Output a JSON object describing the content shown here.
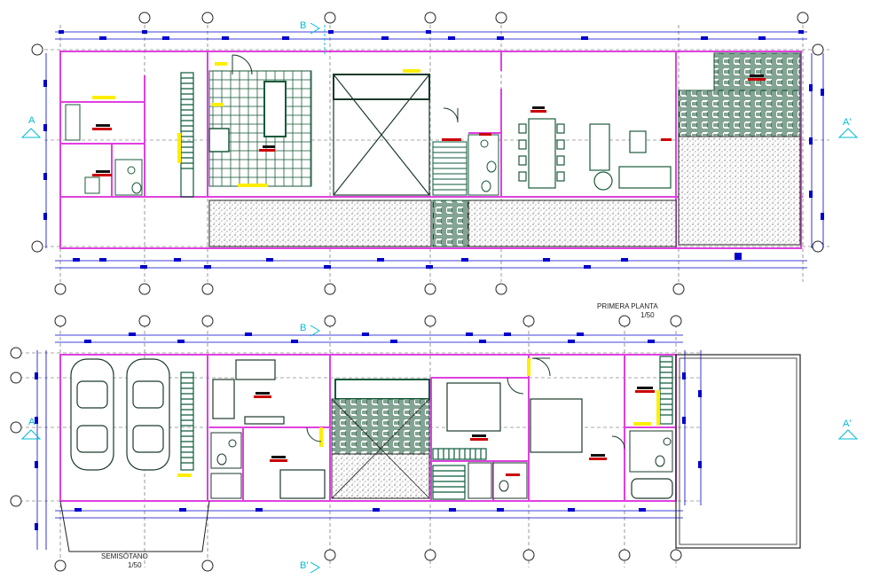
{
  "plans": [
    {
      "title": "PRIMERA PLANTA",
      "scale": "1/50"
    },
    {
      "title": "SEMISÓTANO",
      "scale": "1/50"
    }
  ],
  "section_marks": {
    "a_left": "A",
    "a_right": "A'",
    "b_top": "B",
    "b_bottom": "B'"
  },
  "colors": {
    "wall": "#e040e0",
    "structure": "#006644",
    "dimension": "#0000cc",
    "accent": "#ffee00",
    "marker": "#cc0000",
    "section": "#00bcd4"
  }
}
